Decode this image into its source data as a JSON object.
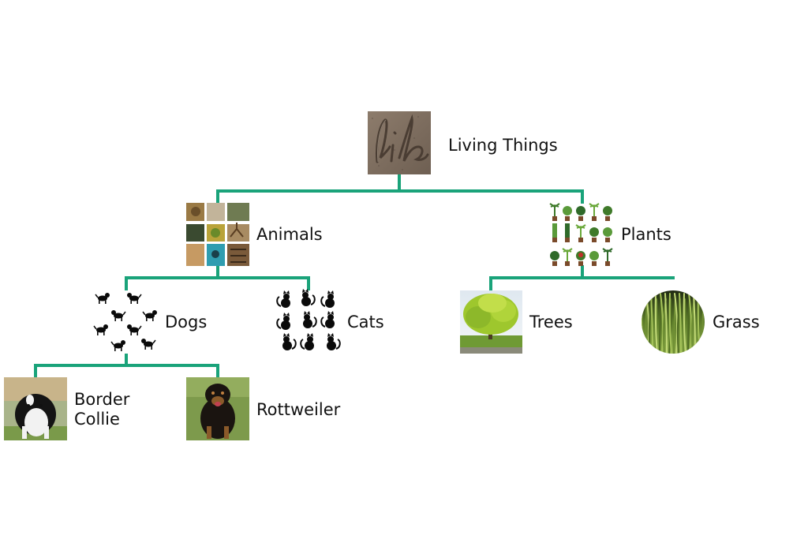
{
  "colors": {
    "connector": "#1aa37a",
    "text": "#111111",
    "silhouette": "#0a0a0a"
  },
  "nodes": {
    "root": {
      "label": "Living Things",
      "icon": "life-sand-writing-icon"
    },
    "animals": {
      "label": "Animals",
      "icon": "animal-photo-grid-icon"
    },
    "plants": {
      "label": "Plants",
      "icon": "potted-plants-grid-icon"
    },
    "dogs": {
      "label": "Dogs",
      "icon": "dog-silhouettes-icon"
    },
    "cats": {
      "label": "Cats",
      "icon": "cat-silhouettes-icon"
    },
    "trees": {
      "label": "Trees",
      "icon": "tree-photo-icon"
    },
    "grass": {
      "label": "Grass",
      "icon": "grass-photo-icon"
    },
    "border_collie": {
      "label_line1": "Border",
      "label_line2": "Collie",
      "icon": "border-collie-photo-icon"
    },
    "rottweiler": {
      "label": "Rottweiler",
      "icon": "rottweiler-photo-icon"
    }
  }
}
